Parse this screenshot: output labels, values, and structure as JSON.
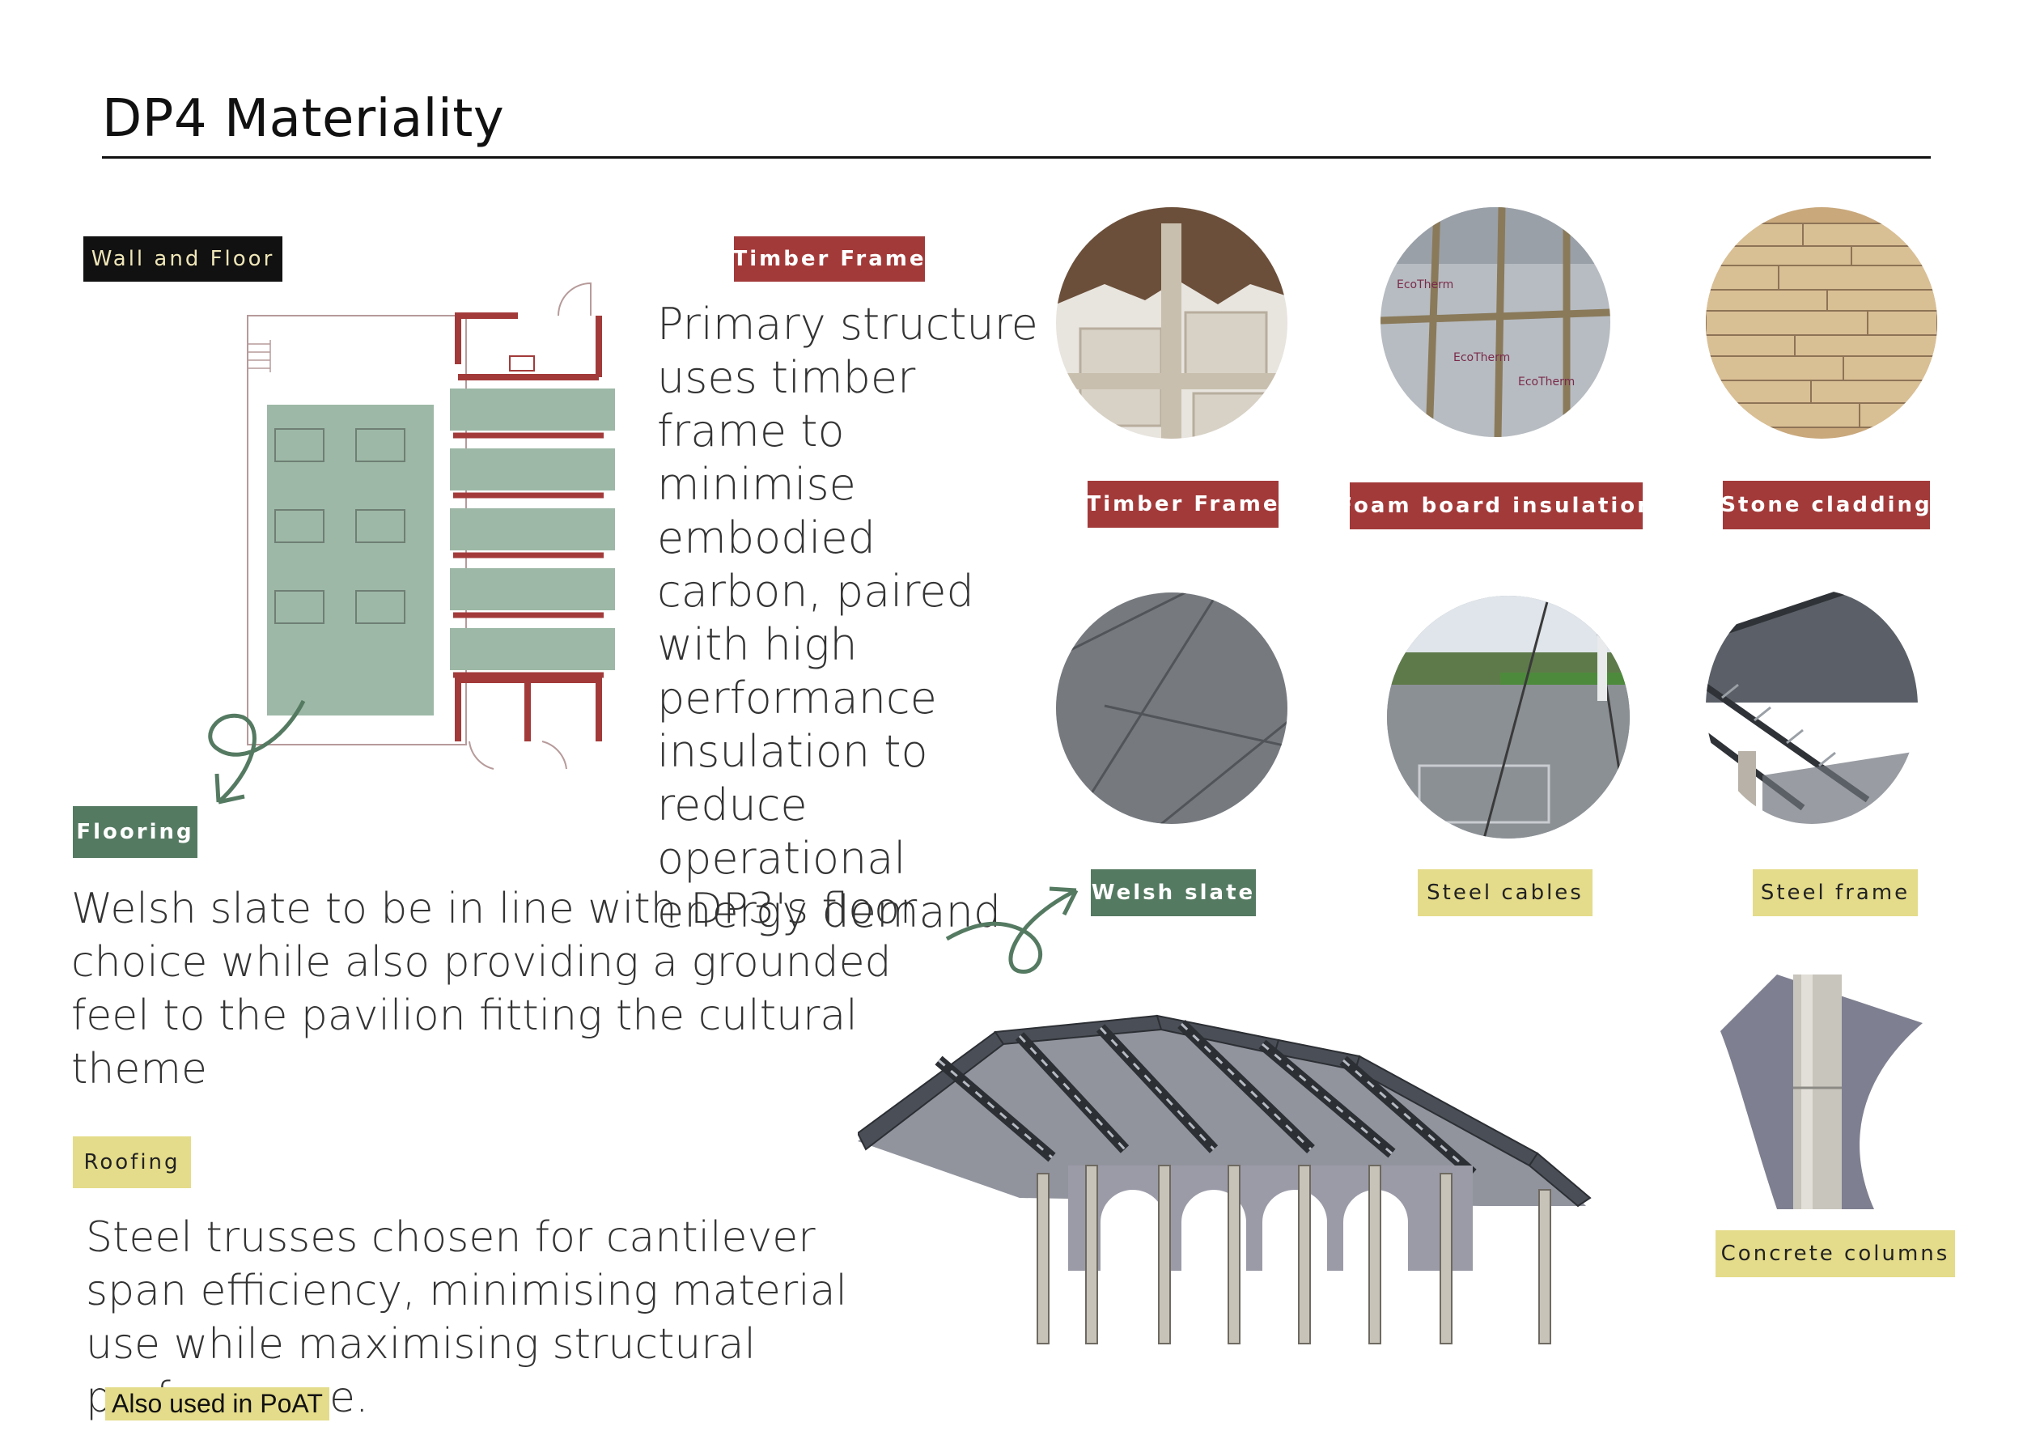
{
  "page": {
    "title": "DP4 Materiality"
  },
  "labels": {
    "wall_and_floor": "Wall and Floor",
    "timber_frame_header": "Timber Frame",
    "flooring": "Flooring",
    "roofing": "Roofing",
    "timber_frame": "Timber Frame",
    "foam_board": "Foam board insulation",
    "stone_cladding": "Stone cladding",
    "welsh_slate": "Welsh slate",
    "steel_cables": "Steel cables",
    "steel_frame": "Steel frame",
    "concrete_columns": "Concrete columns"
  },
  "text": {
    "primary_structure": "Primary structure uses timber frame to minimise embodied carbon, paired with high performance insulation to reduce operational energy demand.",
    "welsh_slate_desc": "Welsh slate to be in line with DP3's floor choice while also providing a grounded feel to the pavilion fitting the cultural theme",
    "steel_trusses_desc": "Steel trusses chosen for cantilever span efficiency, minimising material use while maximising structural performance.",
    "also_used": "Also used in PoAT"
  },
  "colors": {
    "red_tag": "#a33a3a",
    "green_tag": "#557a62",
    "yellow_tag": "#e4dc8a",
    "black_tag": "#111111",
    "plan_green": "#9db8a6",
    "plan_red": "#a33a3a"
  }
}
